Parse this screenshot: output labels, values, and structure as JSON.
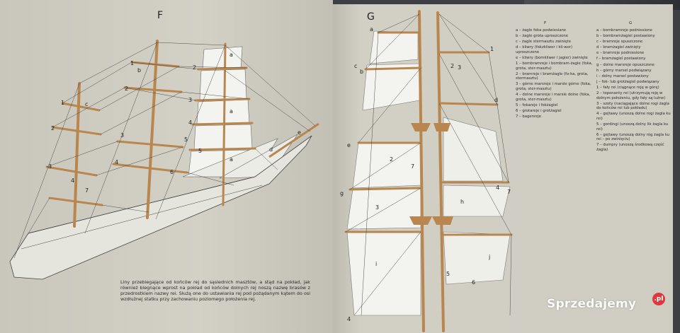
{
  "figures": {
    "left_label": "F",
    "right_label": "G"
  },
  "caption": "Liny przebiegające od końców rej do sąsiednich masztów, a stąd na pokład, jak również biegnące wprost na pokład od końców dolnych rej noszą nazwę brasów z przedrostkiem nazwy rei. Służą one do ustawiania rej pod pożądanym kątem do osi wzdłużnej statku przy zachowaniu poziomego położenia rej.",
  "legend": {
    "col_head_left": "F",
    "col_head_right": "G",
    "left_items": [
      "a – żagle foka podwiesiane",
      "b – żagle grota uproszczone",
      "c – żagle stermasztu zwinięte",
      "d – kliwry (fokzkliwer i kli-wer) uproszczone",
      "e – kliwry (bomkliwer i jagier) zwinięte",
      "1 – bombramreje i bombram-żagle (foka, grota, ster-masztu)",
      "2 – bramreje i bramżagle (fo-ka, grota, stermasztu)",
      "3 – górne marsreje i marsle górne (foka, grota, ster-masztu)",
      "4 – dolne marsreje i marsle dolne (foka, grota, ster-masztu)",
      "5 – fokareje i fokżagiel",
      "6 – grotareje i grotżagiel",
      "7 – bagenreje"
    ],
    "right_items": [
      "a – bombramreje podniesione",
      "b – bombramżagiel postawiony",
      "c – bramreje spuszczone",
      "d – bramżagiel zwinięty",
      "e – bramreje podniesione",
      "f – bramżagiel postawiony",
      "g – dolne marsreje opuszczone",
      "h – górny marsel podwiązany",
      "i – dolny marsel postawiony",
      "j – fok- lub grotżagiel podwiązany",
      "1 – fały rei (ciągnące reję w górę)",
      "2 – toponanty rei (utrzymują reję w dolnym położeniu, gdy fały są luźne)",
      "3 – szoty (naciągające dolne rogi żagla do końców rei lub pokładu)",
      "4 – gejtawy (unoszą dolne rogi żagla ku rei)",
      "5 – gordingi (unoszą dolny lik żagla ku rei)",
      "6 – gejtawy (unoszą dolny róg żagla ku rei – po zwinięciu)",
      "7 – dumpry (unoszą środkową część żagla)"
    ]
  },
  "watermark": {
    "text": "Sprzedajemy",
    "badge": ".pl"
  },
  "colors": {
    "paper": "#d0cec3",
    "spar": "#b8864e",
    "line": "#3a3a3a",
    "sail": "#f2f2ee"
  }
}
